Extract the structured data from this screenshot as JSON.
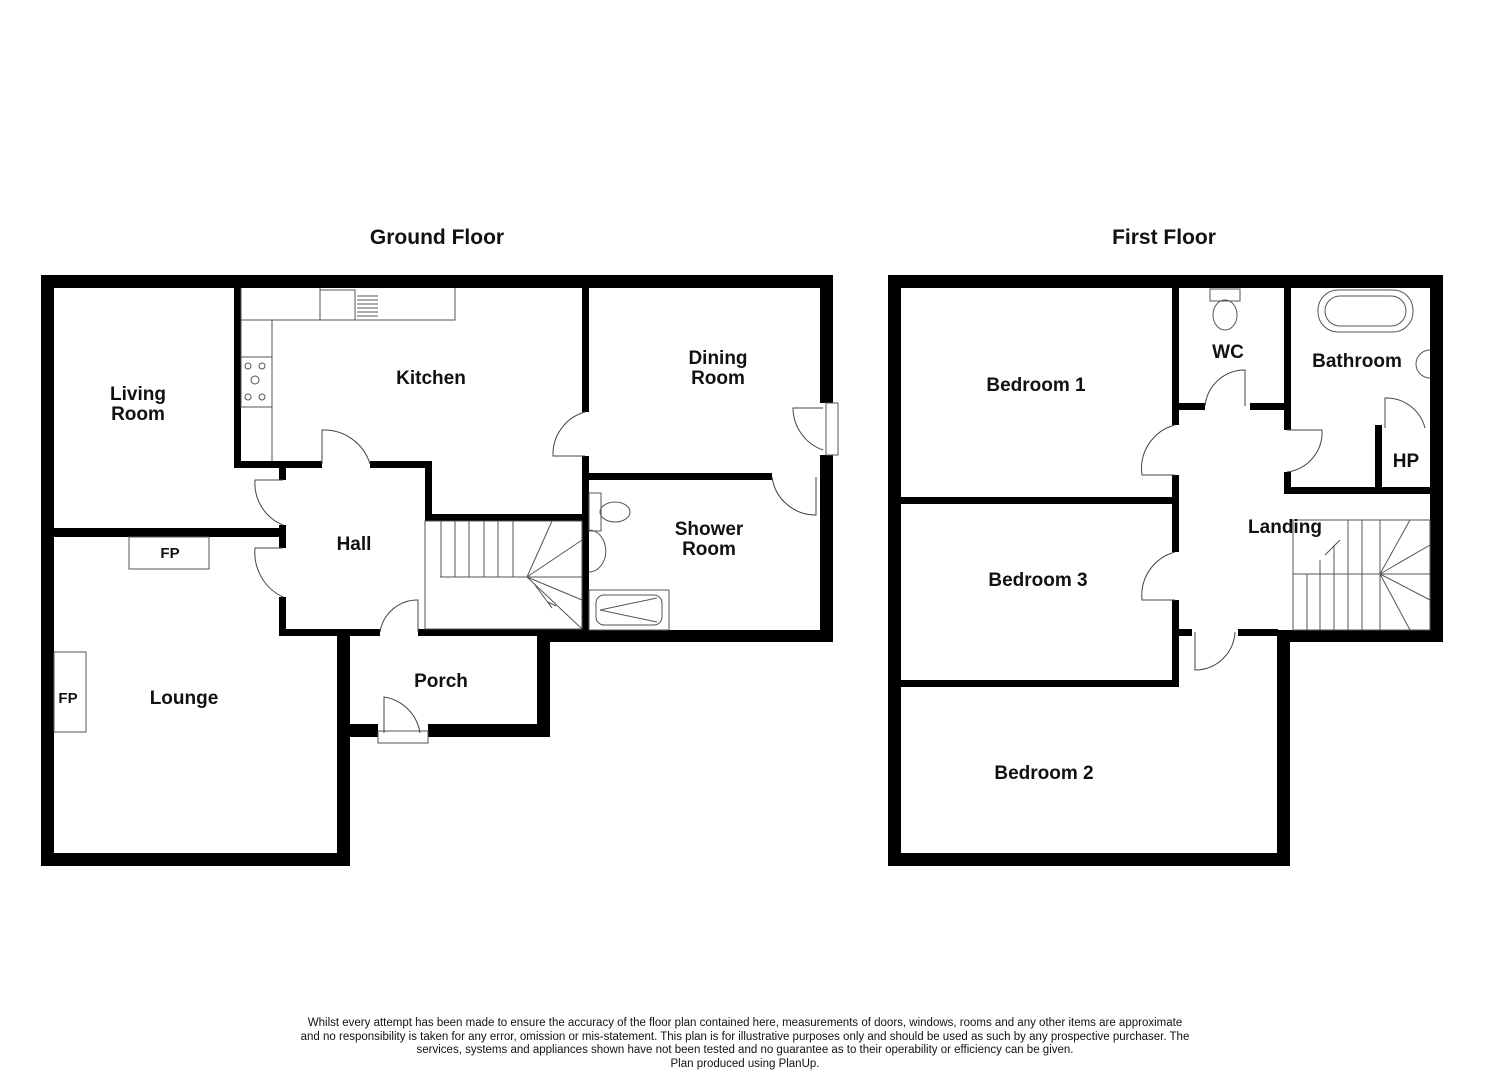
{
  "floors": [
    {
      "title": "Ground Floor",
      "rooms": {
        "living_room": [
          "Living",
          "Room"
        ],
        "kitchen": "Kitchen",
        "dining_room": [
          "Dining",
          "Room"
        ],
        "hall": "Hall",
        "shower_room": [
          "Shower",
          "Room"
        ],
        "lounge": "Lounge",
        "porch": "Porch",
        "fp1": "FP",
        "fp2": "FP"
      }
    },
    {
      "title": "First Floor",
      "rooms": {
        "bedroom1": "Bedroom 1",
        "wc": "WC",
        "bathroom": "Bathroom",
        "hp": "HP",
        "landing": "Landing",
        "bedroom3": "Bedroom 3",
        "bedroom2": "Bedroom 2"
      }
    }
  ],
  "disclaimer": {
    "line1": "Whilst every attempt has been made to ensure the accuracy of the floor plan contained here, measurements of doors, windows, rooms and any other items are approximate",
    "line2": "and no responsibility is taken for any error, omission or mis-statement. This plan is for illustrative purposes only and should be used as such by any prospective purchaser. The",
    "line3": "services, systems and appliances shown have not been tested and no guarantee as to their operability or efficiency can be given.",
    "line4": "Plan produced using PlanUp."
  }
}
